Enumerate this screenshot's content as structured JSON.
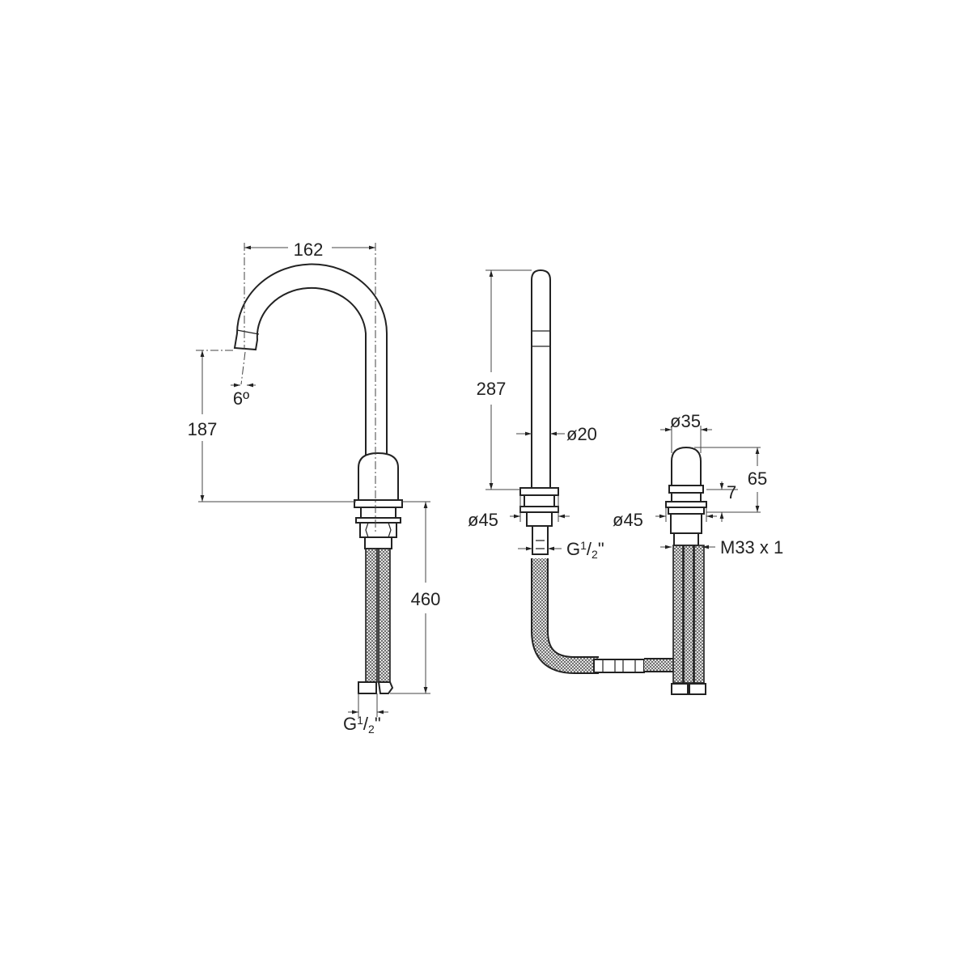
{
  "drawing": {
    "left_view": {
      "spout_reach": "162",
      "spout_height": "187",
      "spout_angle": "6º",
      "hose_length": "460",
      "connection_thread": "G",
      "connection_fraction_num": "1",
      "connection_fraction_den": "2",
      "connection_inch": "\""
    },
    "right_view": {
      "spout_height": "287",
      "spout_diameter": "ø20",
      "spout_base_diameter": "ø45",
      "spout_thread": "G",
      "spout_thread_num": "1",
      "spout_thread_den": "2",
      "spout_thread_inch": "\"",
      "handle_diameter": "ø35",
      "handle_height": "65",
      "handle_flange_height": "7",
      "handle_base_diameter": "ø45",
      "handle_thread": "M33 x 1"
    }
  }
}
